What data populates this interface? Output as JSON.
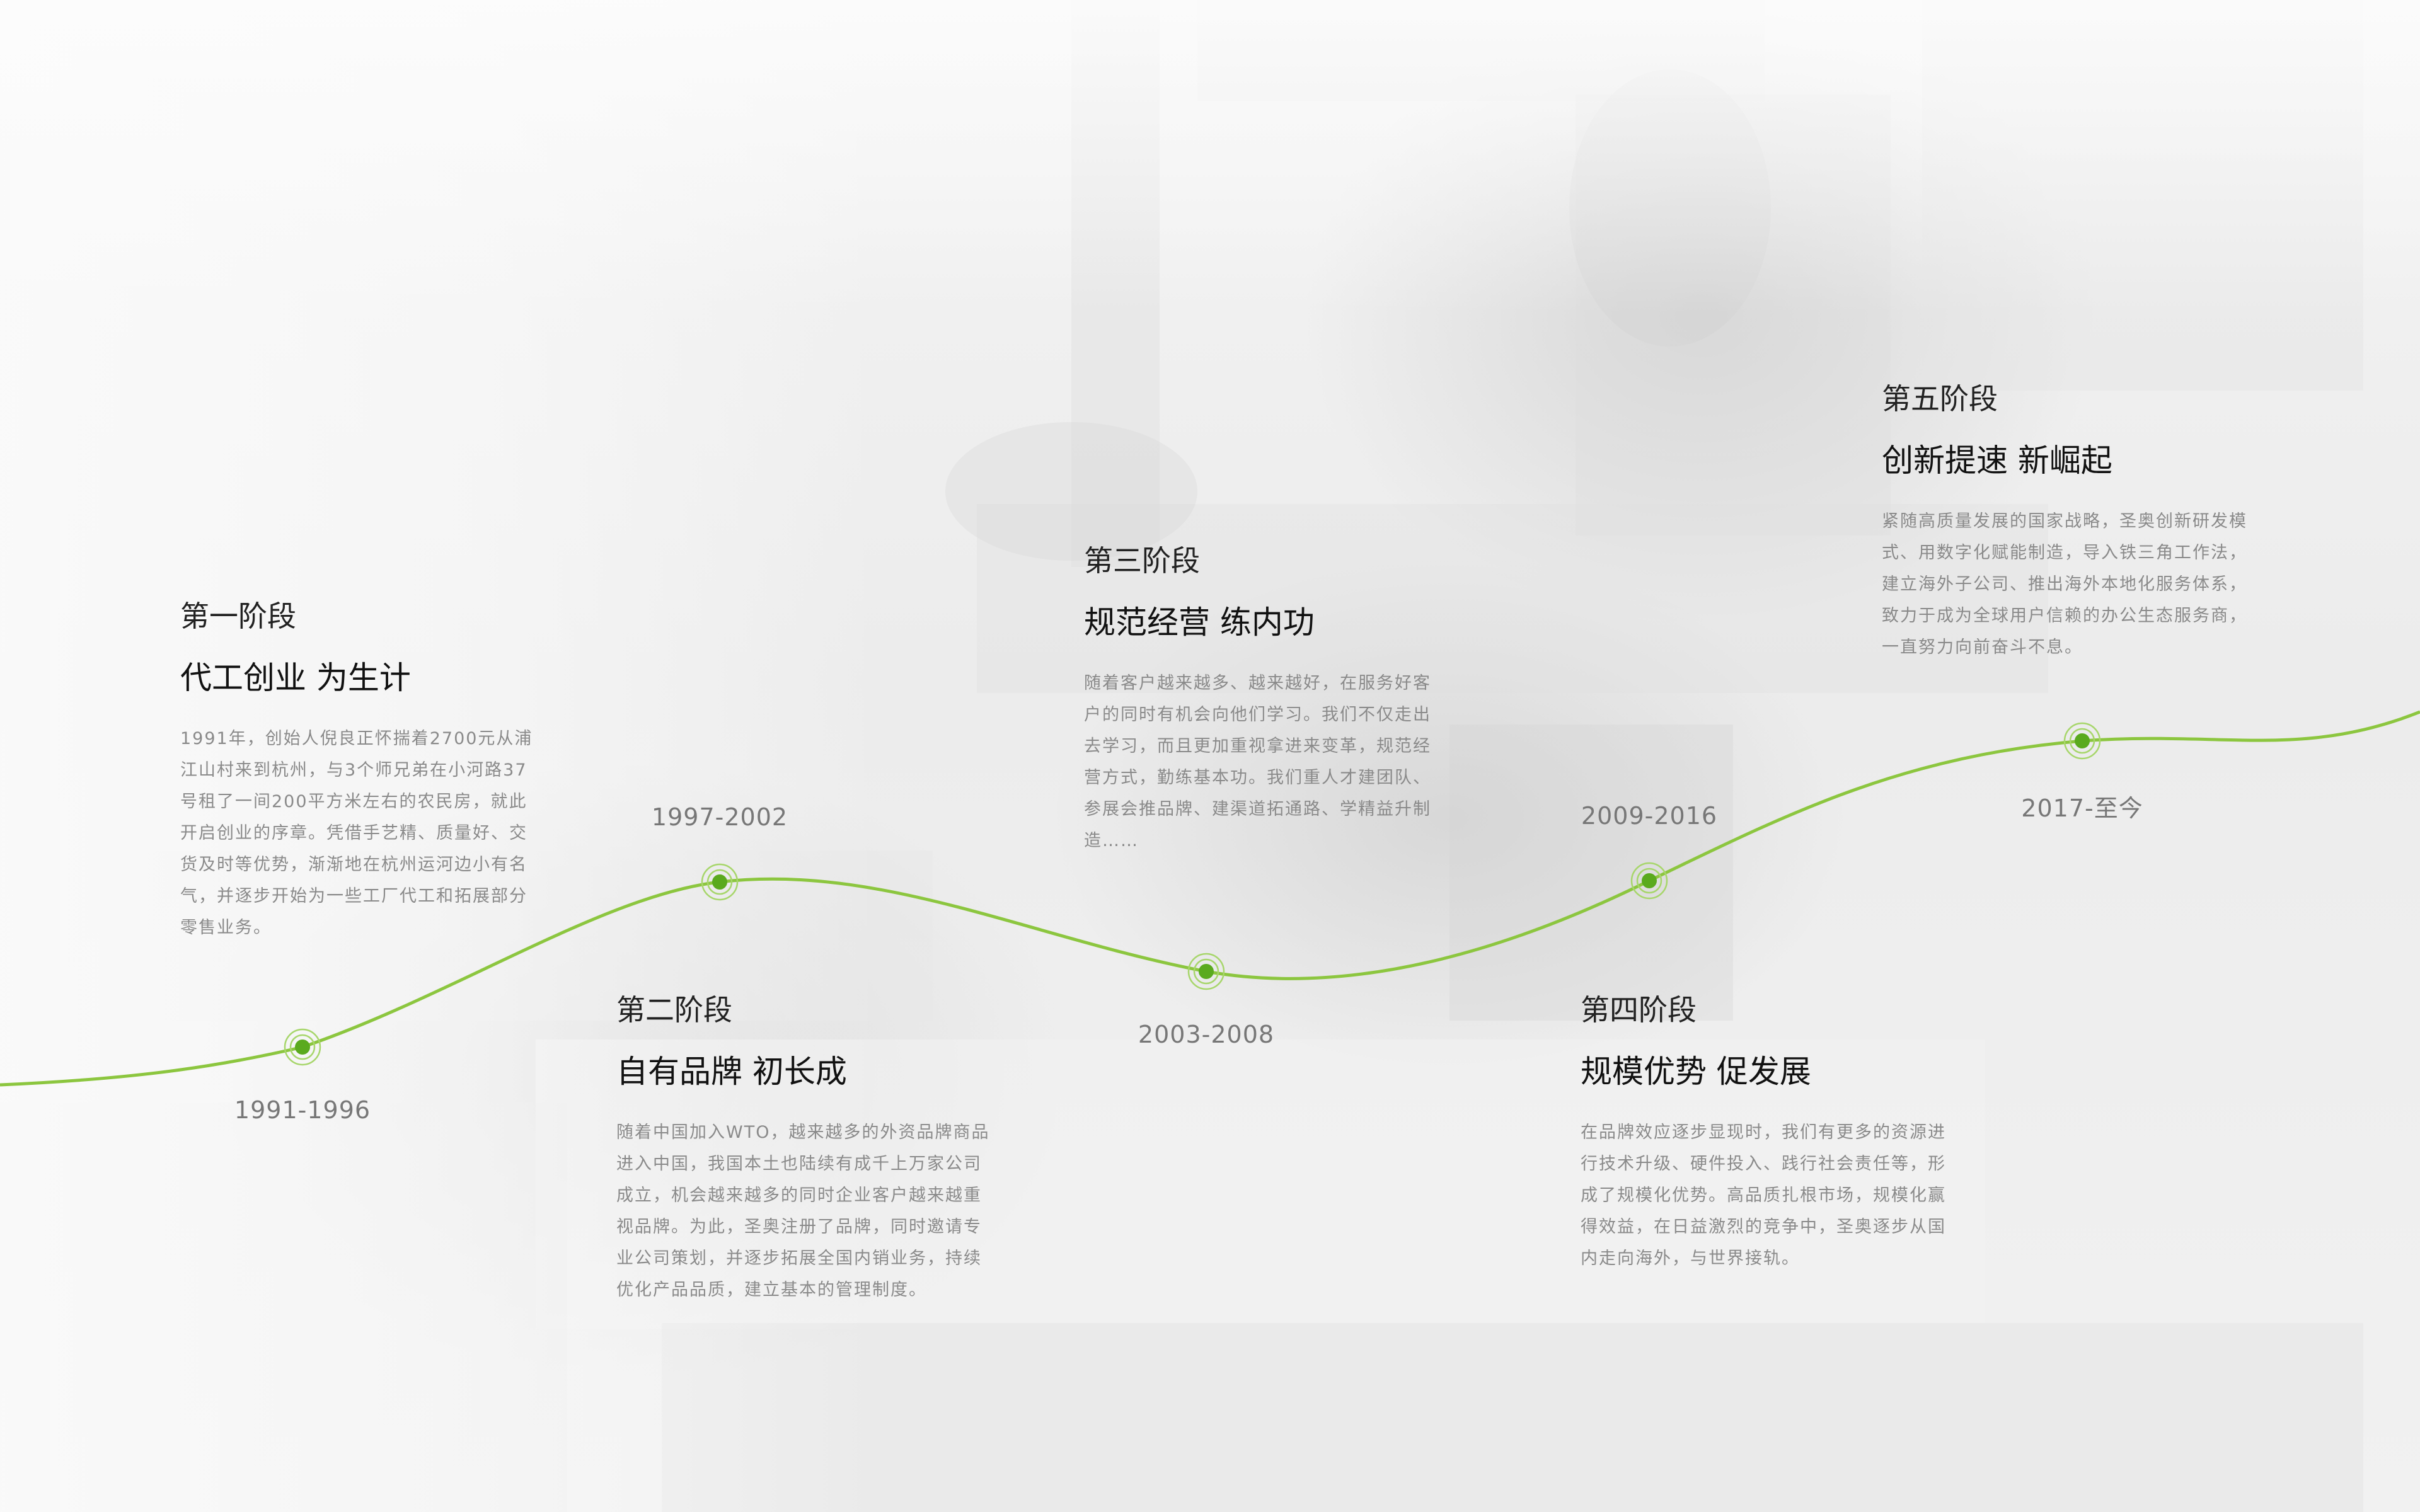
{
  "colors": {
    "accent": "#8cc63f",
    "dot": "#5aaa1e",
    "text_dark": "#1a1a1a",
    "text_muted": "#8a8a8a"
  },
  "timeline": {
    "years": [
      {
        "label": "1991-1996"
      },
      {
        "label": "1997-2002"
      },
      {
        "label": "2003-2008"
      },
      {
        "label": "2009-2016"
      },
      {
        "label": "2017-至今"
      }
    ]
  },
  "stages": [
    {
      "label": "第一阶段",
      "title": "代工创业 为生计",
      "desc": "1991年，创始人倪良正怀揣着2700元从浦江山村来到杭州，与3个师兄弟在小河路37号租了一间200平方米左右的农民房，就此开启创业的序章。凭借手艺精、质量好、交货及时等优势，渐渐地在杭州运河边小有名气，并逐步开始为一些工厂代工和拓展部分零售业务。"
    },
    {
      "label": "第二阶段",
      "title": "自有品牌 初长成",
      "desc": "随着中国加入WTO，越来越多的外资品牌商品进入中国，我国本土也陆续有成千上万家公司成立，机会越来越多的同时企业客户越来越重视品牌。为此，圣奥注册了品牌，同时邀请专业公司策划，并逐步拓展全国内销业务，持续优化产品品质，建立基本的管理制度。"
    },
    {
      "label": "第三阶段",
      "title": "规范经营 练内功",
      "desc": "随着客户越来越多、越来越好，在服务好客户的同时有机会向他们学习。我们不仅走出去学习，而且更加重视拿进来变革，规范经营方式，勤练基本功。我们重人才建团队、参展会推品牌、建渠道拓通路、学精益升制造……"
    },
    {
      "label": "第四阶段",
      "title": "规模优势 促发展",
      "desc": "在品牌效应逐步显现时，我们有更多的资源进行技术升级、硬件投入、践行社会责任等，形成了规模化优势。高品质扎根市场，规模化赢得效益，在日益激烈的竞争中，圣奥逐步从国内走向海外，与世界接轨。"
    },
    {
      "label": "第五阶段",
      "title": "创新提速 新崛起",
      "desc": "紧随高质量发展的国家战略，圣奥创新研发模式、用数字化赋能制造，导入铁三角工作法，建立海外子公司、推出海外本地化服务体系，致力于成为全球用户信赖的办公生态服务商，一直努力向前奋斗不息。"
    }
  ]
}
